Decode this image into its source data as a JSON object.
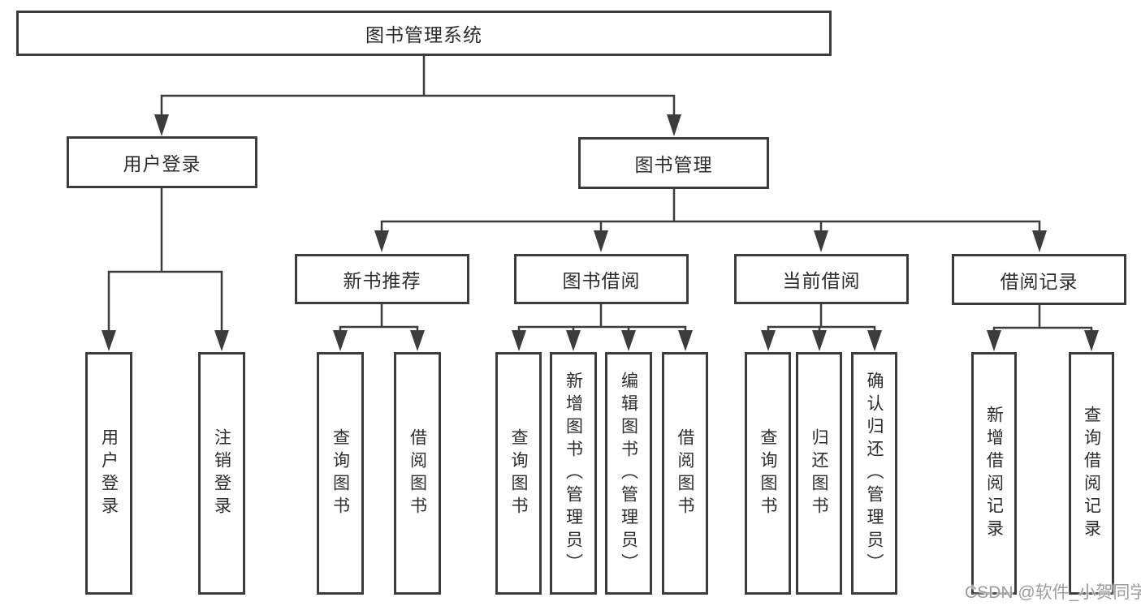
{
  "diagram": {
    "type": "tree",
    "root": {
      "label": "图书管理系统",
      "children": [
        {
          "label": "用户登录",
          "children": [
            {
              "label": "用户登录"
            },
            {
              "label": "注销登录"
            }
          ]
        },
        {
          "label": "图书管理",
          "children": [
            {
              "label": "新书推荐",
              "children": [
                {
                  "label": "查询图书"
                },
                {
                  "label": "借阅图书"
                }
              ]
            },
            {
              "label": "图书借阅",
              "children": [
                {
                  "label": "查询图书"
                },
                {
                  "label": "新增图书（管理员）"
                },
                {
                  "label": "编辑图书（管理员）"
                },
                {
                  "label": "借阅图书"
                }
              ]
            },
            {
              "label": "当前借阅",
              "children": [
                {
                  "label": "查询图书"
                },
                {
                  "label": "归还图书"
                },
                {
                  "label": "确认归还（管理员）"
                }
              ]
            },
            {
              "label": "借阅记录",
              "children": [
                {
                  "label": "新增借阅记录"
                },
                {
                  "label": "查询借阅记录"
                }
              ]
            }
          ]
        }
      ]
    },
    "colors": {
      "box_border": "#3c3c3c",
      "connector": "#3c3c3c",
      "text": "#2d2d2d",
      "background": "#ffffff"
    }
  },
  "watermark": {
    "text": "CSDN @软件_小贺同学",
    "color": "#9c9c9c"
  }
}
